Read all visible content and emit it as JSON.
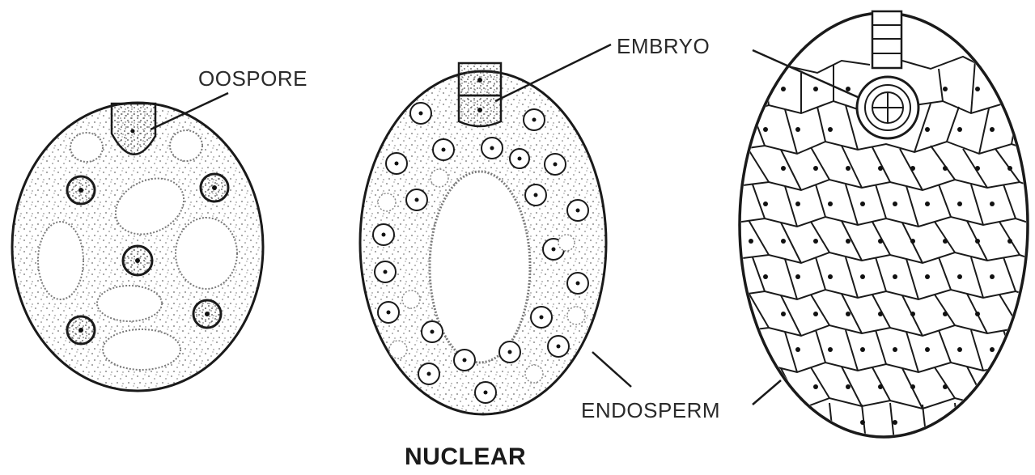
{
  "labels": {
    "oospore": "OOSPORE",
    "embryo": "EMBRYO",
    "endosperm": "ENDOSPERM"
  },
  "caption": "NUCLEAR",
  "colors": {
    "ink": "#1a1a1a",
    "stipple": "#6b6b6b",
    "background": "#ffffff"
  }
}
